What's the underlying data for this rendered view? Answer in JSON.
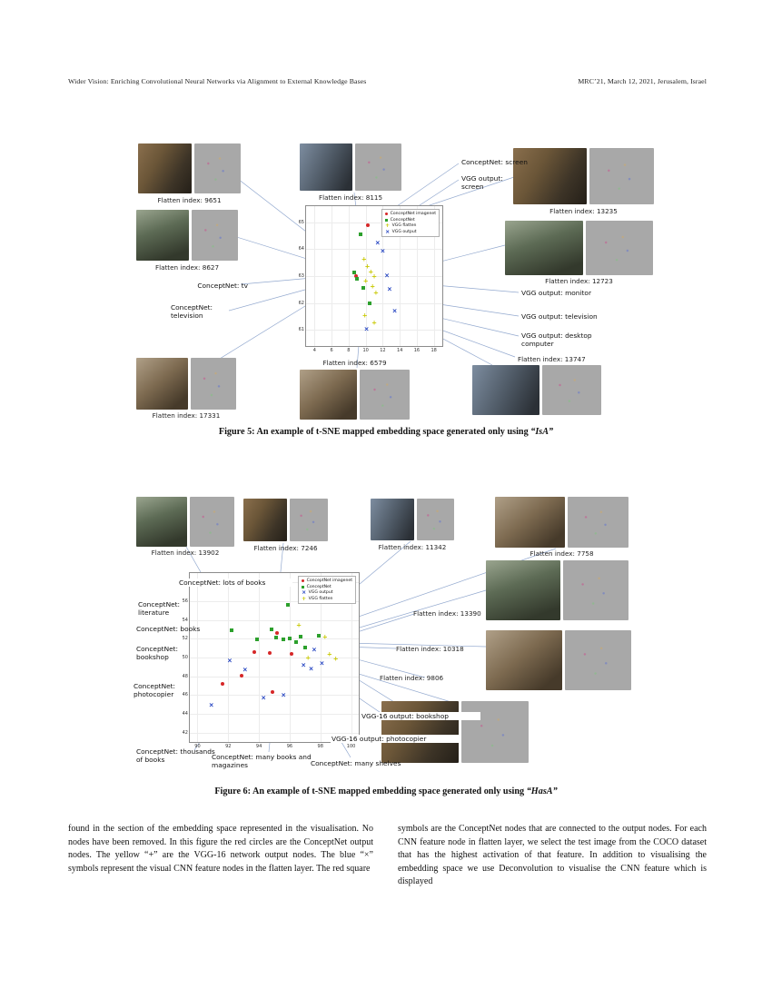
{
  "header": {
    "left": "Wider Vision: Enriching Convolutional Neural Networks via Alignment to External Knowledge Bases",
    "right": "MRC’21, March 12, 2021, Jerusalem, Israel"
  },
  "figure5": {
    "caption_prefix": "Figure 5: An example of t-SNE mapped embedding space generated only using ",
    "caption_keyword": "“IsA”",
    "images": [
      {
        "label": "Flatten index: 9651"
      },
      {
        "label": "Flatten index: 8627"
      },
      {
        "label": "Flatten index: 17331"
      },
      {
        "label": "Flatten index: 8115"
      },
      {
        "label": "Flatten index: 13235"
      },
      {
        "label": "Flatten index: 12723"
      },
      {
        "label": "Flatten index: 6579"
      },
      {
        "label": "Flatten index: 13747"
      }
    ],
    "annotations": [
      {
        "text": "ConceptNet: screen"
      },
      {
        "text": "VGG output: screen"
      },
      {
        "text": "ConceptNet: tv"
      },
      {
        "text": "ConceptNet: television"
      },
      {
        "text": "VGG output: monitor"
      },
      {
        "text": "VGG output: television"
      },
      {
        "text": "VGG output: desktop computer"
      }
    ]
  },
  "figure6": {
    "caption_prefix": "Figure 6: An example of t-SNE mapped embedding space generated only using ",
    "caption_keyword": "“HasA”",
    "images": [
      {
        "label": "Flatten index: 13902"
      },
      {
        "label": "Flatten index: 7246"
      },
      {
        "label": "Flatten index: 11342"
      },
      {
        "label": "Flatten index: 7758"
      },
      {
        "label": "Flatten index: 13390"
      },
      {
        "label": "Flatten index: 10318"
      },
      {
        "label": "Flatten index: 9806"
      }
    ],
    "annotations": [
      {
        "text": "ConceptNet: lots of books"
      },
      {
        "text": "ConceptNet: literature"
      },
      {
        "text": "ConceptNet: books"
      },
      {
        "text": "ConceptNet: bookshop"
      },
      {
        "text": "ConceptNet: photocopier"
      },
      {
        "text": "ConceptNet: thousands of books"
      },
      {
        "text": "ConceptNet: many books and magazines"
      },
      {
        "text": "ConceptNet: many shelves"
      },
      {
        "text": "VGG-16 output: bookshop"
      },
      {
        "text": "VGG-16 output: photocopier"
      }
    ]
  },
  "body": {
    "left": "found in the section of the embedding space represented in the visualisation. No nodes have been removed. In this figure the red circles are the ConceptNet output nodes. The yellow “+” are the VGG-16 network output nodes. The blue “×” symbols represent the visual CNN feature nodes in the flatten layer. The red square",
    "right": "symbols are the ConceptNet nodes that are connected to the output nodes. For each CNN feature node in flatten layer, we select the test image from the COCO dataset that has the highest activation of that feature. In addition to visualising the embedding space we use Deconvolution to visualise the CNN feature which is displayed"
  },
  "chart_data": [
    {
      "id": "fig5",
      "type": "scatter",
      "title": "t-SNE mapped embedding space (IsA)",
      "xlabel": "",
      "ylabel": "",
      "xlim": [
        3,
        19
      ],
      "ylim": [
        60.4,
        65.6
      ],
      "xticks": [
        4,
        6,
        8,
        10,
        12,
        14,
        16,
        18
      ],
      "yticks": [
        61,
        62,
        63,
        64,
        65
      ],
      "grid": true,
      "legend_position": "top-right",
      "series": [
        {
          "name": "ConceptNet imagenet",
          "marker": "circle",
          "color": "#d62728",
          "points": [
            [
              10.2,
              64.9
            ],
            [
              8.9,
              63.0
            ]
          ]
        },
        {
          "name": "ConceptNet",
          "marker": "square",
          "color": "#2ca02c",
          "points": [
            [
              9.4,
              64.55
            ],
            [
              8.6,
              63.15
            ],
            [
              9.0,
              62.9
            ],
            [
              9.7,
              62.55
            ],
            [
              10.5,
              62.0
            ]
          ]
        },
        {
          "name": "VGG flatten",
          "marker": "plus",
          "color": "#c8c800",
          "points": [
            [
              9.8,
              63.6
            ],
            [
              10.2,
              63.35
            ],
            [
              10.6,
              63.15
            ],
            [
              11.0,
              62.95
            ],
            [
              10.0,
              62.8
            ],
            [
              10.8,
              62.6
            ],
            [
              11.2,
              62.35
            ],
            [
              9.9,
              61.5
            ],
            [
              11.0,
              61.25
            ]
          ]
        },
        {
          "name": "VGG output",
          "marker": "x",
          "color": "#2040c0",
          "points": [
            [
              11.4,
              64.2
            ],
            [
              12.0,
              63.9
            ],
            [
              12.5,
              63.0
            ],
            [
              12.8,
              62.5
            ],
            [
              13.4,
              61.7
            ],
            [
              10.1,
              61.0
            ]
          ]
        }
      ]
    },
    {
      "id": "fig6",
      "type": "scatter",
      "title": "t-SNE mapped embedding space (HasA)",
      "xlabel": "",
      "ylabel": "",
      "xlim": [
        89.5,
        100.5
      ],
      "ylim": [
        41,
        59
      ],
      "xticks": [
        90,
        92,
        94,
        96,
        98,
        100
      ],
      "yticks": [
        42,
        44,
        46,
        48,
        50,
        52,
        54,
        56,
        58
      ],
      "grid": true,
      "legend_position": "top-right",
      "series": [
        {
          "name": "ConceptNet imagenet",
          "marker": "circle",
          "color": "#d62728",
          "points": [
            [
              91.6,
              47.2
            ],
            [
              92.9,
              48.1
            ],
            [
              93.7,
              50.6
            ],
            [
              94.7,
              50.5
            ],
            [
              95.2,
              52.6
            ],
            [
              94.9,
              46.3
            ],
            [
              96.1,
              50.4
            ]
          ]
        },
        {
          "name": "ConceptNet",
          "marker": "square",
          "color": "#2ca02c",
          "points": [
            [
              92.2,
              52.9
            ],
            [
              93.9,
              51.9
            ],
            [
              94.8,
              53.0
            ],
            [
              95.1,
              52.1
            ],
            [
              95.6,
              51.9
            ],
            [
              96.0,
              52.0
            ],
            [
              96.4,
              51.6
            ],
            [
              96.7,
              52.2
            ],
            [
              95.9,
              55.6
            ],
            [
              97.0,
              51.1
            ],
            [
              97.9,
              52.3
            ]
          ]
        },
        {
          "name": "VGG output",
          "marker": "x",
          "color": "#2040c0",
          "points": [
            [
              90.9,
              44.9
            ],
            [
              92.1,
              49.6
            ],
            [
              93.1,
              48.6
            ],
            [
              94.3,
              45.6
            ],
            [
              95.6,
              45.9
            ],
            [
              96.9,
              49.1
            ],
            [
              97.4,
              48.7
            ],
            [
              97.6,
              50.8
            ],
            [
              98.1,
              49.3
            ]
          ]
        },
        {
          "name": "VGG flatten",
          "marker": "plus",
          "color": "#c8c800",
          "points": [
            [
              96.6,
              53.4
            ],
            [
              97.2,
              49.9
            ],
            [
              98.3,
              52.1
            ],
            [
              98.6,
              50.3
            ],
            [
              99.0,
              49.8
            ]
          ]
        }
      ]
    }
  ]
}
